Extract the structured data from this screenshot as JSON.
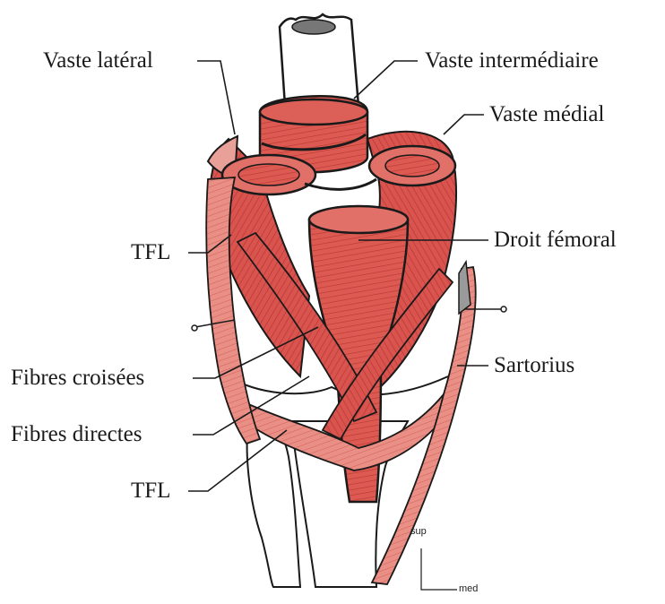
{
  "labels": {
    "vaste_lateral": "Vaste latéral",
    "vaste_intermediaire": "Vaste intermédiaire",
    "vaste_medial": "Vaste médial",
    "droit_femoral": "Droit fémoral",
    "tfl_upper": "TFL",
    "fibres_croisees": "Fibres croisées",
    "fibres_directes": "Fibres directes",
    "tfl_lower": "TFL",
    "sartorius": "Sartorius"
  },
  "orientation": {
    "superior": "sup",
    "medial": "med"
  },
  "colors": {
    "muscle": "#d9534f",
    "muscle_dark": "#b8322e",
    "muscle_light": "#e88a80",
    "fiber_line": "#8f1f1a",
    "bone": "#ffffff",
    "outline": "#1a1a1a",
    "leader": "#1a1a1a"
  }
}
